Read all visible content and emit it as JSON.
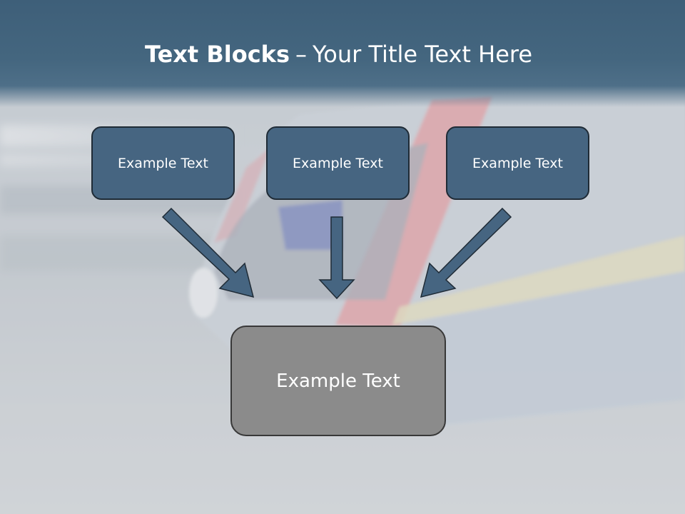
{
  "slide": {
    "title_bold": "Text Blocks",
    "title_separator": "–",
    "title_rest": "Your Title Text Here"
  },
  "blocks": [
    {
      "label": "Example Text"
    },
    {
      "label": "Example Text"
    },
    {
      "label": "Example Text"
    }
  ],
  "main_block": {
    "label": "Example Text"
  },
  "colors": {
    "title_band": "#44667f",
    "box_fill": "#466581",
    "box_border": "#1f2b36",
    "main_fill": "#8b8b8b",
    "arrow_fill": "#466581"
  }
}
